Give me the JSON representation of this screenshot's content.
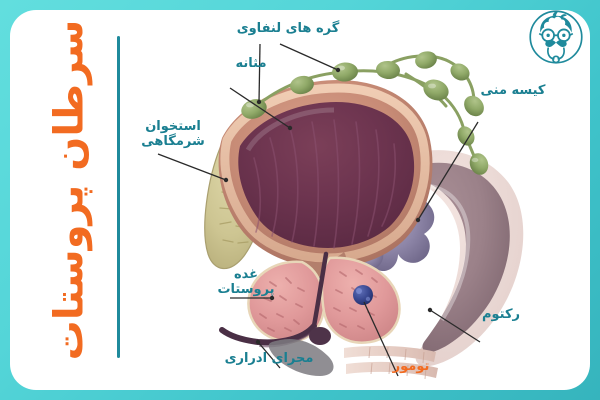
{
  "poster": {
    "title": "سرطان پروستات",
    "title_color": "#f26b21",
    "border_color": "#54d5d8",
    "card_color": "#ffffff",
    "divider_color": "#1f8a9c",
    "label_color": "#1a7f91",
    "highlight_color": "#f26b21"
  },
  "logo": {
    "name": "doctor-avatar-logo",
    "color": "#1f8a9c"
  },
  "diagram": {
    "name": "prostate-cancer-anatomy",
    "labels": [
      {
        "id": "lymph",
        "text": "گره های لنفاوی",
        "color": "#1a7f91"
      },
      {
        "id": "bladder",
        "text": "مثانه",
        "color": "#1a7f91"
      },
      {
        "id": "pubic",
        "text": "استخوان شرمگاهی",
        "color": "#1a7f91"
      },
      {
        "id": "seminal",
        "text": "کیسه منی",
        "color": "#1a7f91"
      },
      {
        "id": "prostate",
        "text": "غده پروستات",
        "color": "#1a7f91"
      },
      {
        "id": "rectum",
        "text": "رکتوم",
        "color": "#1a7f91"
      },
      {
        "id": "urethra",
        "text": "مجرای ادراری",
        "color": "#1a7f91"
      },
      {
        "id": "tumor",
        "text": "تومور",
        "color": "#f26b21"
      }
    ],
    "structures": {
      "bladder": "مثانه",
      "lymph_nodes": "گره های لنفاوی",
      "pubic_bone": "استخوان شرمگاهی",
      "seminal_vesicle": "کیسه منی",
      "prostate_gland": "غده پروستات",
      "rectum": "رکتوم",
      "urethra": "مجرای ادراری",
      "tumor": "تومور"
    }
  }
}
